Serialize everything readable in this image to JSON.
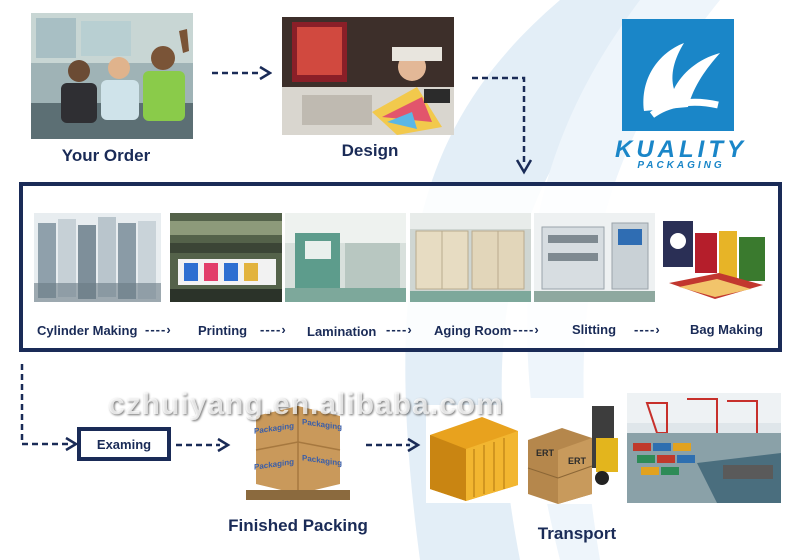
{
  "top": {
    "your_order": "Your Order",
    "design": "Design"
  },
  "logo": {
    "brand": "KUALITY",
    "tagline": "PACKAGING"
  },
  "process": {
    "steps": [
      {
        "label": "Cylinder Making"
      },
      {
        "label": "Printing"
      },
      {
        "label": "Lamination"
      },
      {
        "label": "Aging Room"
      },
      {
        "label": "Slitting"
      },
      {
        "label": "Bag Making"
      }
    ],
    "arrow": "----›"
  },
  "bottom": {
    "examing": "Examing",
    "finished_packing": "Finished Packing",
    "transport": "Transport",
    "box_text": "Packaging",
    "crate_text": "ERT"
  },
  "watermark": "czhuiyang.en.alibaba.com",
  "colors": {
    "navy": "#1a2b57",
    "logo_blue": "#1a86c8",
    "swoosh": "#dbeaf5"
  }
}
